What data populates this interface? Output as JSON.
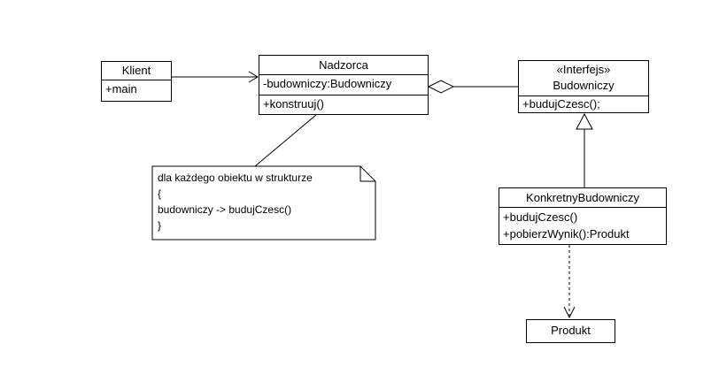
{
  "diagram": {
    "background_color": "#ffffff",
    "stroke_color": "#000000",
    "classes": {
      "klient": {
        "title": "Klient",
        "members": [
          "+main"
        ]
      },
      "nadzorca": {
        "title": "Nadzorca",
        "attributes": [
          "-budowniczy:Budowniczy"
        ],
        "methods": [
          "+konstruuj()"
        ]
      },
      "budowniczy": {
        "stereotype": "«Interfejs»",
        "title": "Budowniczy",
        "methods": [
          "+budujCzesc();"
        ]
      },
      "konkretny_budowniczy": {
        "title": "KonkretnyBudowniczy",
        "methods": [
          "+budujCzesc()",
          "+pobierzWynik():Produkt"
        ]
      },
      "produkt": {
        "title": "Produkt"
      }
    },
    "note": {
      "lines": [
        "dla każdego obiektu w strukturze",
        "{",
        "budowniczy -> budujCzesc()",
        "}"
      ]
    },
    "relations": {
      "klient_nadzorca": "association-open-arrow",
      "nadzorca_budowniczy": "aggregation-hollow-diamond",
      "konkretny_budowniczy_interface": "generalization-hollow-triangle",
      "konkretny_produkt": "dependency-dashed-open-arrow",
      "note_nadzorca": "note-anchor-line"
    }
  }
}
